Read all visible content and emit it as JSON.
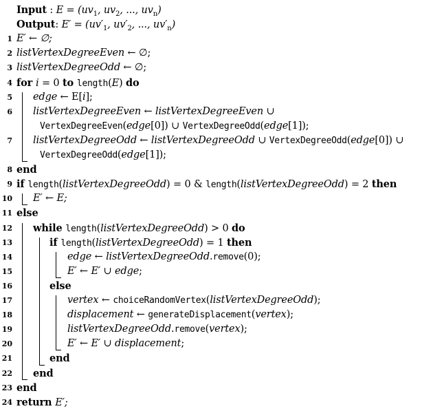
{
  "algorithm": {
    "header": [
      {
        "label": "Input",
        "sep": " :",
        "body": [
          [
            "m",
            "E = (uv"
          ],
          [
            "sub",
            "1"
          ],
          [
            "m",
            ", uv"
          ],
          [
            "sub",
            "2"
          ],
          [
            "m",
            ", ..., uv"
          ],
          [
            "sub",
            "n"
          ],
          [
            "m",
            ")"
          ]
        ]
      },
      {
        "label": "Output",
        "sep": ":",
        "body": [
          [
            "m",
            "E′ = (uv′"
          ],
          [
            "sub",
            "1"
          ],
          [
            "m",
            ", uv′"
          ],
          [
            "sub",
            "2"
          ],
          [
            "m",
            ", ..., uv′"
          ],
          [
            "sub",
            "n"
          ],
          [
            "m",
            ")"
          ]
        ]
      }
    ],
    "lines": [
      {
        "n": "1",
        "segs": [
          [
            "m",
            "E′ ← ∅;"
          ]
        ]
      },
      {
        "n": "2",
        "segs": [
          [
            "i",
            "listVertexDegreeEven"
          ],
          [
            "t",
            " ← ∅;"
          ]
        ]
      },
      {
        "n": "3",
        "segs": [
          [
            "i",
            "listVertexDegreeOdd"
          ],
          [
            "t",
            " ← ∅;"
          ]
        ]
      },
      {
        "n": "4",
        "segs": [
          [
            "k",
            "for "
          ],
          [
            "i",
            "i"
          ],
          [
            "t",
            " = 0 "
          ],
          [
            "k",
            "to "
          ],
          [
            "c",
            "length"
          ],
          [
            "t",
            "("
          ],
          [
            "i",
            "E"
          ],
          [
            "t",
            ") "
          ],
          [
            "k",
            "do"
          ]
        ]
      },
      {
        "n": "5",
        "segs": [
          [
            "i",
            "edge"
          ],
          [
            "t",
            " ← E["
          ],
          [
            "i",
            "i"
          ],
          [
            "t",
            "];"
          ]
        ]
      },
      {
        "n": "6",
        "segs": [
          [
            "i",
            "listVertexDegreeEven"
          ],
          [
            "t",
            " ← "
          ],
          [
            "i",
            "listVertexDegreeEven"
          ],
          [
            "t",
            " ∪"
          ]
        ]
      },
      {
        "n": "",
        "segs": [
          [
            "c",
            "VertexDegreeEven"
          ],
          [
            "t",
            "("
          ],
          [
            "i",
            "edge"
          ],
          [
            "t",
            "[0]) ∪ "
          ],
          [
            "c",
            "VertexDegreeOdd"
          ],
          [
            "t",
            "("
          ],
          [
            "i",
            "edge"
          ],
          [
            "t",
            "[1]);"
          ]
        ]
      },
      {
        "n": "7",
        "segs": [
          [
            "i",
            "listVertexDegreeOdd"
          ],
          [
            "t",
            " ← "
          ],
          [
            "i",
            "listVertexDegreeOdd"
          ],
          [
            "t",
            " ∪ "
          ],
          [
            "c",
            "VertexDegreeOdd"
          ],
          [
            "t",
            "("
          ],
          [
            "i",
            "edge"
          ],
          [
            "t",
            "[0]) ∪"
          ]
        ]
      },
      {
        "n": "",
        "segs": [
          [
            "c",
            "VertexDegreeOdd"
          ],
          [
            "t",
            "("
          ],
          [
            "i",
            "edge"
          ],
          [
            "t",
            "[1]);"
          ]
        ]
      },
      {
        "n": "8",
        "segs": [
          [
            "k",
            "end"
          ]
        ]
      },
      {
        "n": "9",
        "segs": [
          [
            "k",
            "if "
          ],
          [
            "c",
            "length"
          ],
          [
            "t",
            "("
          ],
          [
            "i",
            "listVertexDegreeOdd"
          ],
          [
            "t",
            ") = 0 & "
          ],
          [
            "c",
            "length"
          ],
          [
            "t",
            "("
          ],
          [
            "i",
            "listVertexDegreeOdd"
          ],
          [
            "t",
            ") = 2 "
          ],
          [
            "k",
            "then"
          ]
        ]
      },
      {
        "n": "10",
        "segs": [
          [
            "m",
            "E′ ← E;"
          ]
        ]
      },
      {
        "n": "11",
        "segs": [
          [
            "k",
            "else"
          ]
        ]
      },
      {
        "n": "12",
        "segs": [
          [
            "k",
            "while "
          ],
          [
            "c",
            "length"
          ],
          [
            "t",
            "("
          ],
          [
            "i",
            "listVertexDegreeOdd"
          ],
          [
            "t",
            ") > 0 "
          ],
          [
            "k",
            "do"
          ]
        ]
      },
      {
        "n": "13",
        "segs": [
          [
            "k",
            "if "
          ],
          [
            "c",
            "length"
          ],
          [
            "t",
            "("
          ],
          [
            "i",
            "listVertexDegreeOdd"
          ],
          [
            "t",
            ") = 1 "
          ],
          [
            "k",
            "then"
          ]
        ]
      },
      {
        "n": "14",
        "segs": [
          [
            "i",
            "edge"
          ],
          [
            "t",
            " ← "
          ],
          [
            "i",
            "listVertexDegreeOdd"
          ],
          [
            "t",
            "."
          ],
          [
            "c",
            "remove"
          ],
          [
            "t",
            "(0);"
          ]
        ]
      },
      {
        "n": "15",
        "segs": [
          [
            "m",
            "E′ ← E′ ∪ "
          ],
          [
            "i",
            "edge"
          ],
          [
            "t",
            ";"
          ]
        ]
      },
      {
        "n": "16",
        "segs": [
          [
            "k",
            "else"
          ]
        ]
      },
      {
        "n": "17",
        "segs": [
          [
            "i",
            "vertex"
          ],
          [
            "t",
            " ← "
          ],
          [
            "c",
            "choiceRandomVertex"
          ],
          [
            "t",
            "("
          ],
          [
            "i",
            "listVertexDegreeOdd"
          ],
          [
            "t",
            ");"
          ]
        ]
      },
      {
        "n": "18",
        "segs": [
          [
            "i",
            "displacement"
          ],
          [
            "t",
            " ← "
          ],
          [
            "c",
            "generateDisplacement"
          ],
          [
            "t",
            "("
          ],
          [
            "i",
            "vertex"
          ],
          [
            "t",
            ");"
          ]
        ]
      },
      {
        "n": "19",
        "segs": [
          [
            "i",
            "listVertexDegreeOdd"
          ],
          [
            "t",
            "."
          ],
          [
            "c",
            "remove"
          ],
          [
            "t",
            "("
          ],
          [
            "i",
            "vertex"
          ],
          [
            "t",
            ");"
          ]
        ]
      },
      {
        "n": "20",
        "segs": [
          [
            "m",
            "E′ ← E′ ∪ "
          ],
          [
            "i",
            "displacement"
          ],
          [
            "t",
            ";"
          ]
        ]
      },
      {
        "n": "21",
        "segs": [
          [
            "k",
            "end"
          ]
        ]
      },
      {
        "n": "22",
        "segs": [
          [
            "k",
            "end"
          ]
        ]
      },
      {
        "n": "23",
        "segs": [
          [
            "k",
            "end"
          ]
        ]
      },
      {
        "n": "24",
        "segs": [
          [
            "k",
            "return "
          ],
          [
            "m",
            "E′;"
          ]
        ]
      }
    ]
  }
}
